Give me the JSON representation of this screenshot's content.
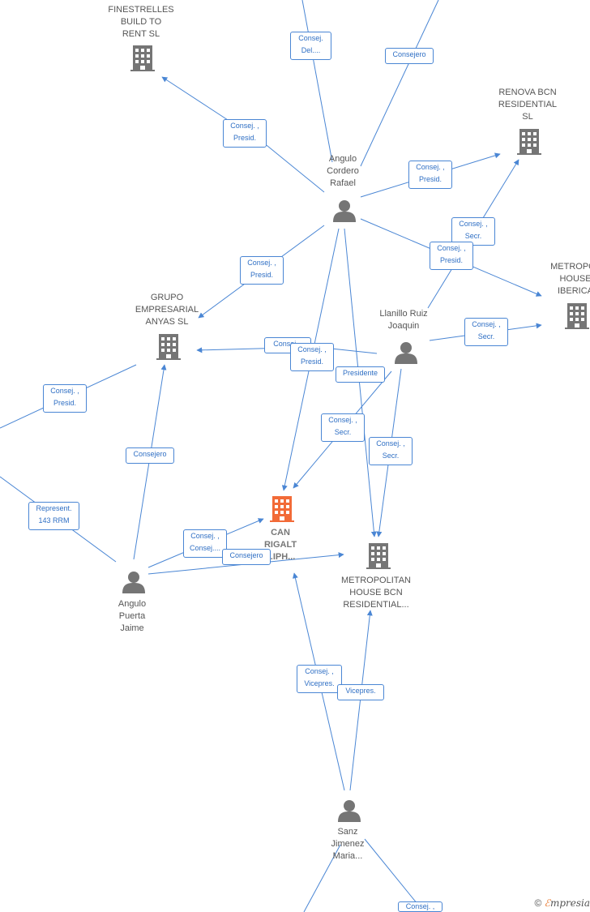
{
  "colors": {
    "edge": "#4a86d4",
    "node": "#757575",
    "highlight": "#f26b38"
  },
  "nodes": {
    "finestrelles": {
      "label": "FINESTRELLES\nBUILD TO\nRENT  SL",
      "type": "company"
    },
    "renova": {
      "label": "RENOVA BCN\nRESIDENTIAL\nSL",
      "type": "company"
    },
    "metropol_iberica": {
      "label": "METROPOL\nHOUSE\nIBERICA",
      "type": "company"
    },
    "grupo": {
      "label": "GRUPO\nEMPRESARIAL\nANYAS SL",
      "type": "company"
    },
    "can_rigalt": {
      "label": "CAN\nRIGALT\n...IPH...",
      "type": "company-highlight"
    },
    "metropolitan": {
      "label": "METROPOLITAN\nHOUSE BCN\nRESIDENTIAL...",
      "type": "company"
    },
    "angulo_cordero": {
      "label": "Angulo\nCordero\nRafael",
      "type": "person"
    },
    "llanillo": {
      "label": "Llanillo Ruiz\nJoaquin",
      "type": "person"
    },
    "angulo_puerta": {
      "label": "Angulo\nPuerta\nJaime",
      "type": "person"
    },
    "sanz": {
      "label": "Sanz\nJimenez\nMaria...",
      "type": "person"
    }
  },
  "edge_labels": {
    "consej_del": "Consej.\nDel....",
    "consejero_top": "Consejero",
    "finestrelles_presid": "Consej. ,\nPresid.",
    "renova_presid": "Consej. ,\nPresid.",
    "renova_secr": "Consej. ,\nSecr.",
    "metropol_presid": "Consej. ,\nPresid.",
    "grupo_presid": "Consej. ,\nPresid.",
    "metropol_secr": "Consej. ,\nSecr.",
    "consej_hidden": "Consej. ,",
    "llanillo_presid": "Consej. ,\nPresid.",
    "presidente": "Presidente",
    "left_presid": "Consej. ,\nPresid.",
    "can_secr": "Consej. ,\nSecr.",
    "metro_secr": "Consej. ,\nSecr.",
    "consejero_grupo": "Consejero",
    "represent": "Represent.\n143 RRM",
    "can_consej": "Consej. ,\nConsej....",
    "consejero_metro": "Consejero",
    "sanz_vicepres": "Consej. ,\nVicepres.",
    "vicepres": "Vicepres.",
    "bottom_consej": "Consej. ,"
  },
  "brand": {
    "copyright": "©",
    "e": "ℰ",
    "rest": "mpresia"
  }
}
